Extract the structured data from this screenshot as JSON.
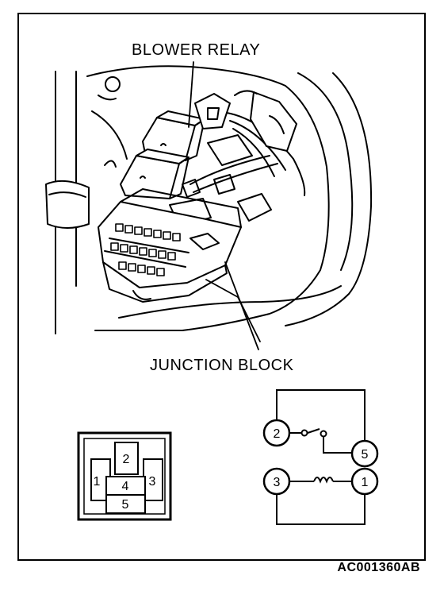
{
  "labels": {
    "blower_relay": "BLOWER RELAY",
    "junction_block": "JUNCTION BLOCK",
    "figure_code": "AC001360AB"
  },
  "connector": {
    "pins": [
      "2",
      "1",
      "4",
      "3",
      "5"
    ]
  },
  "schematic": {
    "terminals": [
      "2",
      "5",
      "3",
      "1"
    ]
  }
}
